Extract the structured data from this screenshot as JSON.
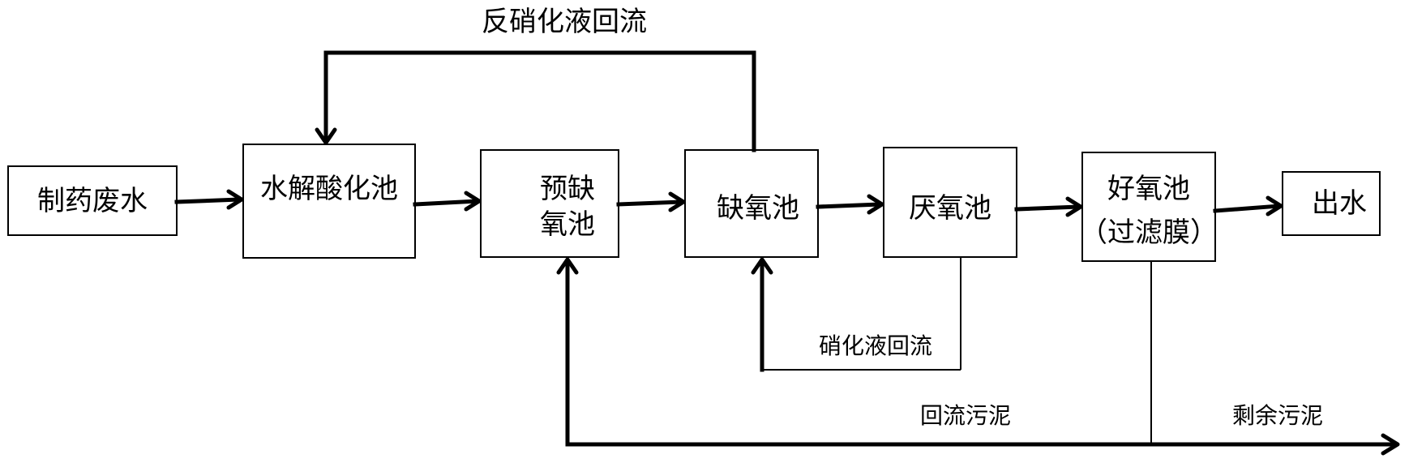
{
  "nodes": {
    "pharma_wastewater": "制药废水",
    "hydrolysis_tank": "水解酸化池",
    "pre_anoxic_line1": "预缺",
    "pre_anoxic_line2": "氧池",
    "anoxic_tank": "缺氧池",
    "anaerobic_tank": "厌氧池",
    "aerobic_line1": "好氧池",
    "aerobic_line2": "（过滤膜）",
    "effluent": "出水"
  },
  "flows": {
    "denitrification_return": "反硝化液回流",
    "nitrification_return": "硝化液回流",
    "sludge_return": "回流污泥",
    "excess_sludge": "剩余污泥"
  },
  "colors": {
    "stroke": "#000000",
    "background": "#ffffff"
  }
}
